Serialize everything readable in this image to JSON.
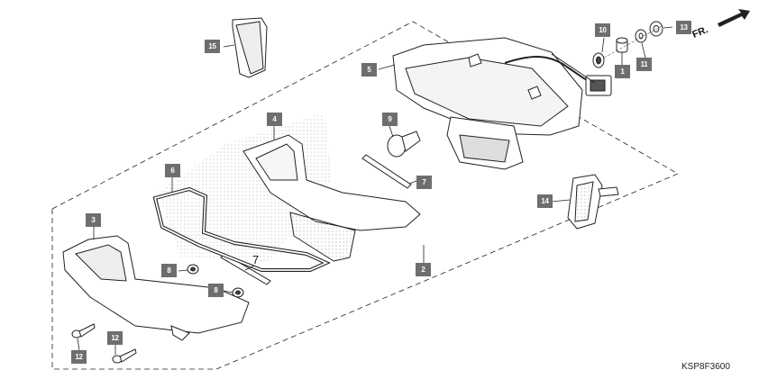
{
  "diagram": {
    "front_label": "FR.",
    "code": "KSP8F3600",
    "callouts": {
      "c1": "1",
      "c2": "2",
      "c3": "3",
      "c4": "4",
      "c5": "5",
      "c6": "6",
      "c7": "7",
      "c7b": "7",
      "c8a": "8",
      "c8b": "8",
      "c9": "9",
      "c10": "10",
      "c11": "11",
      "c12a": "12",
      "c12b": "12",
      "c13": "13",
      "c14": "14",
      "c15": "15"
    }
  },
  "colors": {
    "callout_bg": "#6e6e6e",
    "line": "#222222",
    "dots": "#bbbbbb"
  }
}
